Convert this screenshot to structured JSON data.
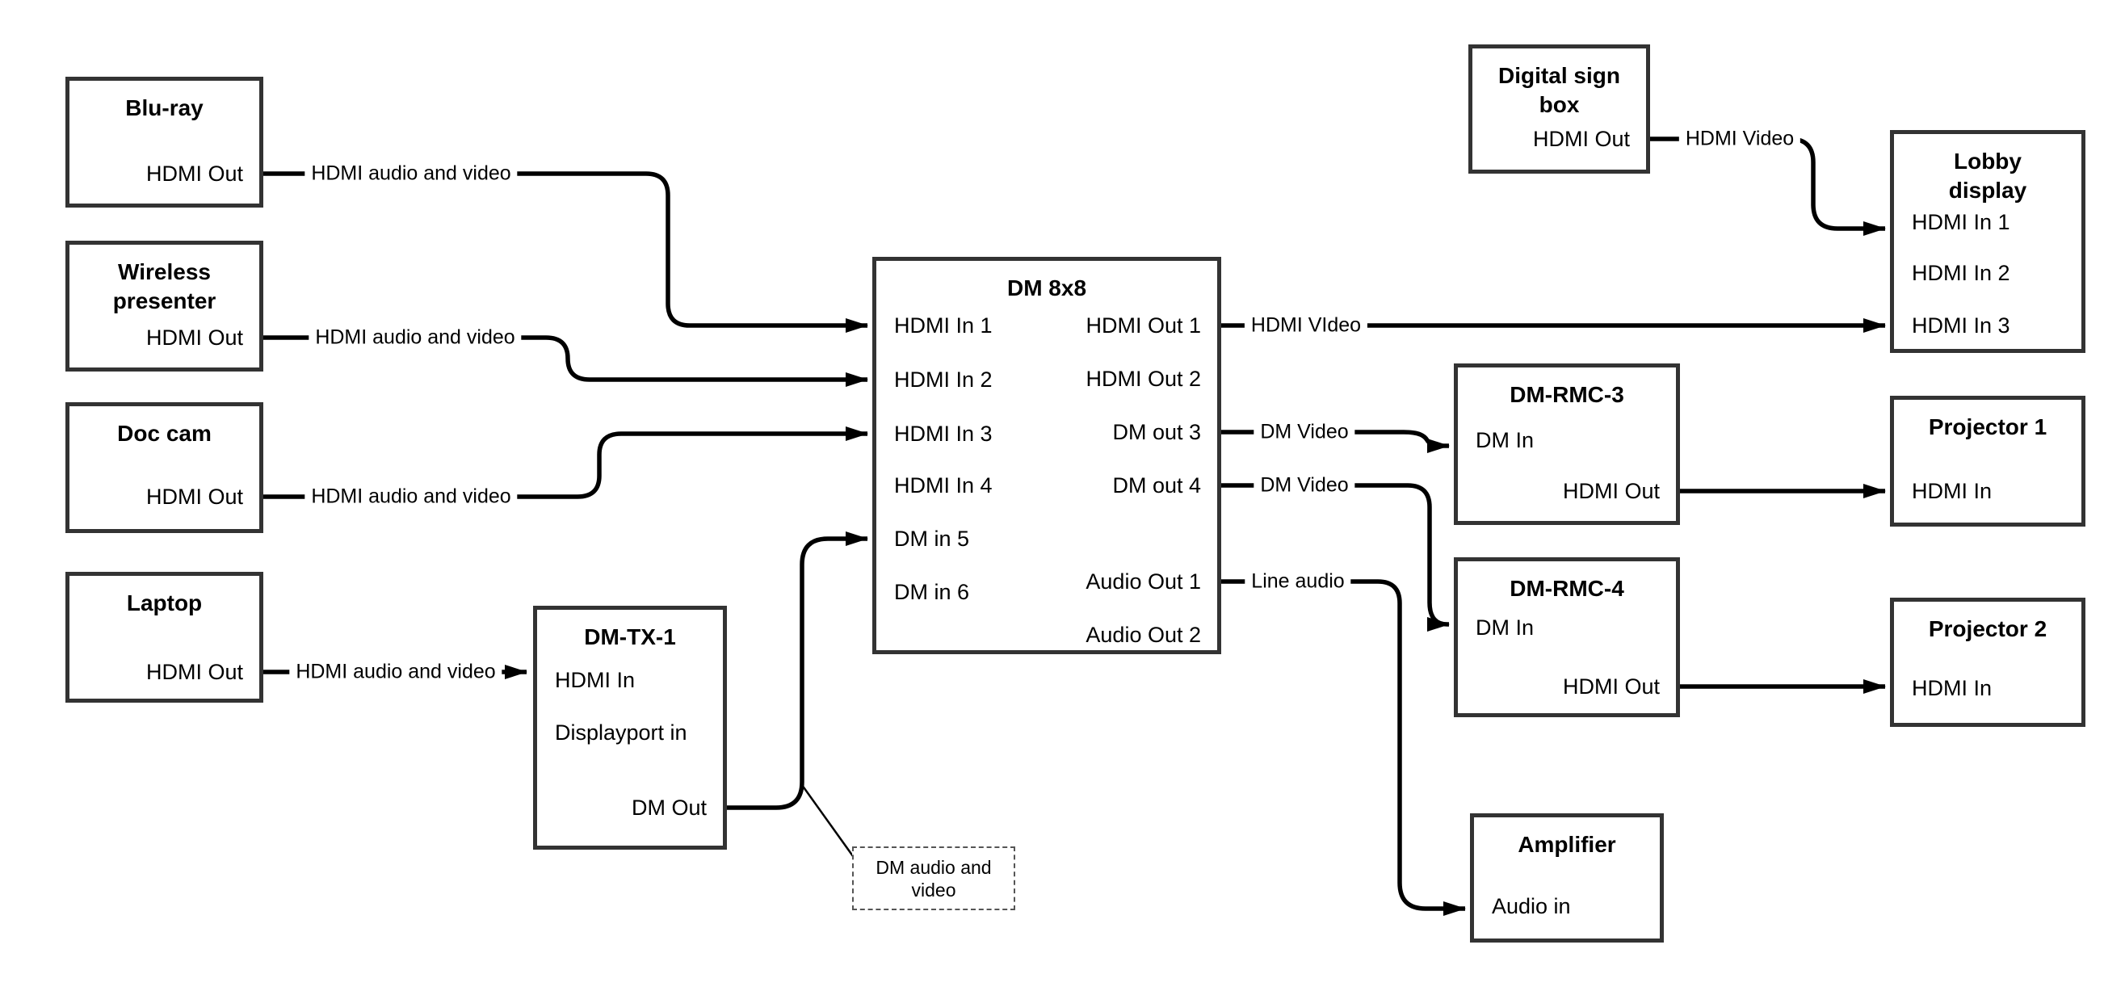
{
  "nodes": {
    "bluray": {
      "title": "Blu-ray",
      "ports": {
        "hdmi_out": "HDMI Out"
      }
    },
    "wireless": {
      "title": "Wireless presenter",
      "ports": {
        "hdmi_out": "HDMI Out"
      }
    },
    "doccam": {
      "title": "Doc cam",
      "ports": {
        "hdmi_out": "HDMI Out"
      }
    },
    "laptop": {
      "title": "Laptop",
      "ports": {
        "hdmi_out": "HDMI Out"
      }
    },
    "dmtx1": {
      "title": "DM-TX-1",
      "ports": {
        "hdmi_in": "HDMI In",
        "displayport_in": "Displayport in",
        "dm_out": "DM Out"
      }
    },
    "dm8x8": {
      "title": "DM 8x8",
      "ports": {
        "hdmi_in_1": "HDMI In 1",
        "hdmi_in_2": "HDMI In 2",
        "hdmi_in_3": "HDMI In 3",
        "hdmi_in_4": "HDMI In 4",
        "dm_in_5": "DM in 5",
        "dm_in_6": "DM in 6",
        "hdmi_out_1": "HDMI Out 1",
        "hdmi_out_2": "HDMI Out 2",
        "dm_out_3": "DM out 3",
        "dm_out_4": "DM out 4",
        "audio_out_1": "Audio Out 1",
        "audio_out_2": "Audio Out 2"
      }
    },
    "digital_sign": {
      "title": "Digital sign box",
      "ports": {
        "hdmi_out": "HDMI Out"
      }
    },
    "lobby": {
      "title": "Lobby display",
      "ports": {
        "hdmi_in_1": "HDMI In 1",
        "hdmi_in_2": "HDMI In 2",
        "hdmi_in_3": "HDMI In 3"
      }
    },
    "dmrmc3": {
      "title": "DM-RMC-3",
      "ports": {
        "dm_in": "DM In",
        "hdmi_out": "HDMI Out"
      }
    },
    "proj1": {
      "title": "Projector 1",
      "ports": {
        "hdmi_in": "HDMI In"
      }
    },
    "dmrmc4": {
      "title": "DM-RMC-4",
      "ports": {
        "dm_in": "DM In",
        "hdmi_out": "HDMI Out"
      }
    },
    "proj2": {
      "title": "Projector 2",
      "ports": {
        "hdmi_in": "HDMI In"
      }
    },
    "amplifier": {
      "title": "Amplifier",
      "ports": {
        "audio_in": "Audio in"
      }
    }
  },
  "edge_labels": {
    "bluray_av": "HDMI audio and video",
    "wireless_av": "HDMI audio and video",
    "doccam_av": "HDMI audio and video",
    "laptop_av": "HDMI audio and video",
    "hdmi_video_main": "HDMI VIdeo",
    "dm_video_3": "DM Video",
    "dm_video_4": "DM Video",
    "line_audio": "Line audio",
    "hdmi_video_sign": "HDMI Video"
  },
  "callout": {
    "text": "DM audio and video"
  },
  "colors": {
    "line": "#000000",
    "box_border": "#333333",
    "text": "#000000",
    "background": "#ffffff"
  }
}
